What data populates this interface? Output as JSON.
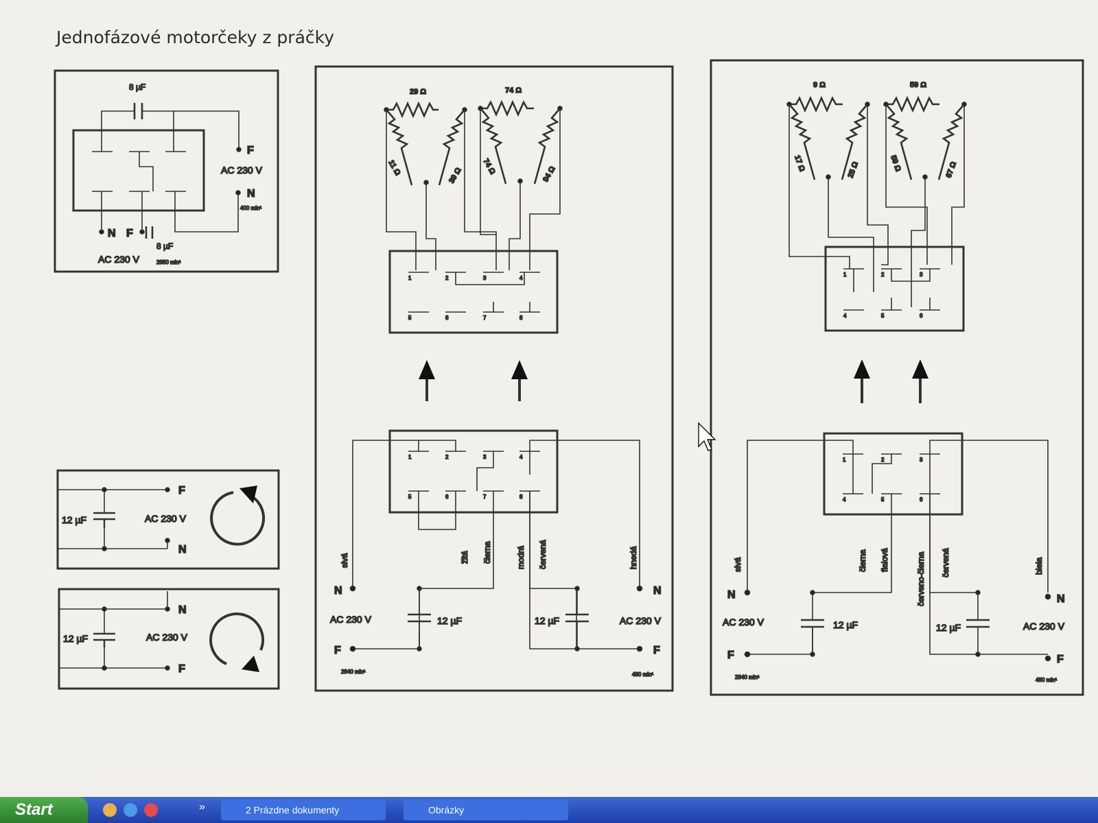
{
  "title": "Jednofázové motorčeky z práčky",
  "units": {
    "cap8": "8 µF",
    "cap12": "12 µF",
    "ac": "AC 230 V",
    "rpm_hi": "2840 min¹",
    "rpm_lo": "480 min¹",
    "rpm_400": "400 min¹",
    "rpm_small": "2880 min¹"
  },
  "terminals": {
    "N": "N",
    "F": "F"
  },
  "panel_mid": {
    "res_top": [
      "29 Ω",
      "74 Ω"
    ],
    "res_side": [
      "11 Ω",
      "39 Ω",
      "74 Ω",
      "94 Ω"
    ],
    "pins": [
      "1",
      "2",
      "3",
      "4",
      "5",
      "6",
      "7",
      "8"
    ],
    "wires": [
      "sivá",
      "žltá",
      "čierna",
      "modrá",
      "červená",
      "hnedá"
    ]
  },
  "panel_right": {
    "res_top": [
      "9 Ω",
      "59 Ω"
    ],
    "res_side": [
      "17 Ω",
      "25 Ω",
      "59 Ω",
      "67 Ω"
    ],
    "pins": [
      "1",
      "2",
      "3",
      "4",
      "5",
      "6"
    ],
    "wires": [
      "sivá",
      "čierna",
      "fialová",
      "červeno-čierna",
      "červená",
      "biela"
    ]
  },
  "taskbar": {
    "start": "Start",
    "buttons": [
      "2 Prázdne dokumenty",
      "Obrázky"
    ],
    "chevron": "»"
  },
  "icons": [
    "resistor",
    "capacitor",
    "terminal-dot",
    "arrow-up-icon",
    "rotation-cw-icon",
    "rotation-ccw-icon",
    "mouse-cursor-icon"
  ]
}
